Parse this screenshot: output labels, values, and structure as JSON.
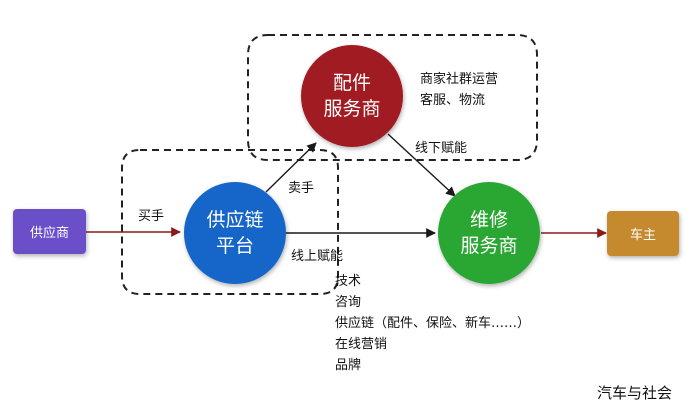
{
  "nodes": {
    "supplier": {
      "label": "供应商",
      "color": "#6a4fc9"
    },
    "platform": {
      "line1": "供应链",
      "line2": "平台",
      "color": "#1565c8"
    },
    "parts": {
      "line1": "配件",
      "line2": "服务商",
      "color": "#a01c22"
    },
    "repair": {
      "line1": "维修",
      "line2": "服务商",
      "color": "#2aa631"
    },
    "owner": {
      "label": "车主",
      "color": "#c58a2e"
    }
  },
  "edges": {
    "buy": "买手",
    "sell": "卖手",
    "offline": "线下赋能",
    "online": "线上赋能"
  },
  "parts_notes": [
    "商家社群运营",
    "客服、物流"
  ],
  "online_items": [
    "技术",
    "咨询",
    "供应链（配件、保险、新车……）",
    "在线营销",
    "品牌"
  ],
  "watermark": "汽车与社会",
  "colors": {
    "arrow_dark": "#1a1a1a",
    "arrow_red": "#8b1a1a"
  }
}
